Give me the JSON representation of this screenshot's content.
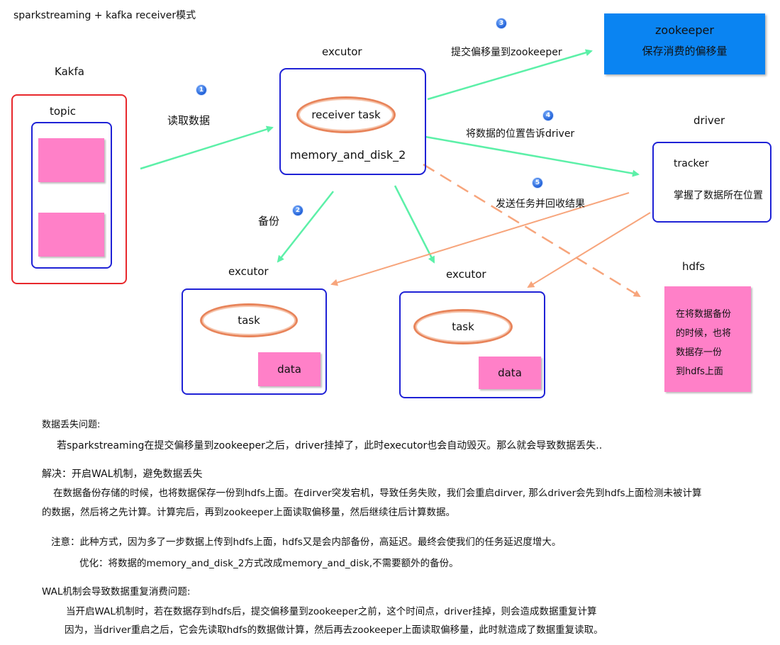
{
  "title": "sparkstreaming + kafka  receiver模式",
  "kafka": {
    "label": "Kakfa",
    "topic_label": "topic"
  },
  "main_executor": {
    "label": "excutor",
    "task": "receiver task",
    "storage": "memory_and_disk_2"
  },
  "zookeeper": {
    "line1": "zookeeper",
    "line2": "保存消费的偏移量"
  },
  "driver": {
    "label": "driver",
    "tracker": "tracker",
    "note": "掌握了数据所在位置"
  },
  "hdfs": {
    "label": "hdfs",
    "lines": [
      "在将数据备份",
      "的时候，也将",
      "数据存一份",
      "到hdfs上面"
    ]
  },
  "executor_left": {
    "label": "excutor",
    "task": "task",
    "data": "data"
  },
  "executor_right": {
    "label": "excutor",
    "task": "task",
    "data": "data"
  },
  "steps": {
    "s1": {
      "num": "1",
      "label": "读取数据"
    },
    "s2": {
      "num": "2",
      "label": "备份"
    },
    "s3": {
      "num": "3",
      "label": "提交偏移量到zookeeper"
    },
    "s4": {
      "num": "4",
      "label": "将数据的位置告诉driver"
    },
    "s5": {
      "num": "5",
      "label": "发送任务并回收结果"
    }
  },
  "notes": {
    "data_loss_title": "数据丢失问题:",
    "data_loss_body": "若sparkstreaming在提交偏移量到zookeeper之后，driver挂掉了，此时executor也会自动毁灭。那么就会导致数据丢失..",
    "solution_title": "解决：开启WAL机制，避免数据丢失",
    "solution_body_1": "在数据备份存储的时候，也将数据保存一份到hdfs上面。在dirver突发宕机，导致任务失败，我们会重启dirver, 那么driver会先到hdfs上面检测未被计算",
    "solution_body_2": "的数据，然后将之先计算。计算完后，再到zookeeper上面读取偏移量，然后继续往后计算数据。",
    "caution": "注意：此种方式，因为多了一步数据上传到hdfs上面，hdfs又是会内部备份，高延迟。最终会使我们的任务延迟度增大。",
    "optimize": "优化：将数据的memory_and_disk_2方式改成memory_and_disk,不需要额外的备份。",
    "wal_title": "WAL机制会导致数据重复消费问题:",
    "wal_body_1": "当开启WAL机制时，若在数据存到hdfs后，提交偏移量到zookeeper之前，这个时间点，driver挂掉，则会造成数据重复计算",
    "wal_body_2": "因为，当driver重启之后，它会先读取hdfs的数据做计算，然后再去zookeeper上面读取偏移量，此时就造成了数据重复读取。"
  },
  "colors": {
    "green_arrow": "#5cf0a8",
    "orange_arrow": "#f7a57c",
    "blue_border": "#1f22d6",
    "red_border": "#e8282c",
    "pink": "#ff80c8",
    "zookeeper_bg": "#0a84f2"
  }
}
